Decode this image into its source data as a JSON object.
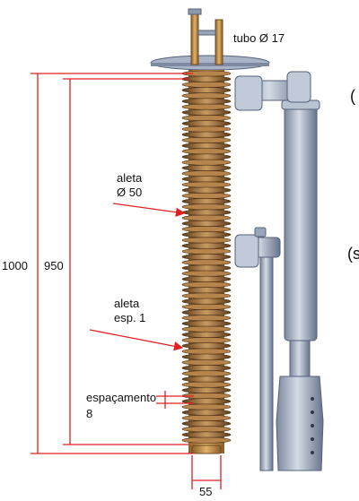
{
  "labels": {
    "tube": "tubo Ø  17",
    "fin_diameter_line1": "aleta",
    "fin_diameter_line2": "Ø 50",
    "fin_thickness_line1": "aleta",
    "fin_thickness_line2": "esp. 1",
    "spacing_line1": "espaçamento",
    "spacing_line2": "8",
    "height_outer": "1000",
    "height_inner": "950",
    "width_bottom": "55",
    "edge_mark_1": "(",
    "edge_mark_2": "(s"
  },
  "colors": {
    "dimension_red": "#e02020",
    "fin_bronze": "#9a6a3a",
    "fin_dark": "#5a3a1a",
    "tube_copper": "#c8964a",
    "metal_blue": "#aab8cc",
    "metal_dark": "#6f7d94"
  }
}
